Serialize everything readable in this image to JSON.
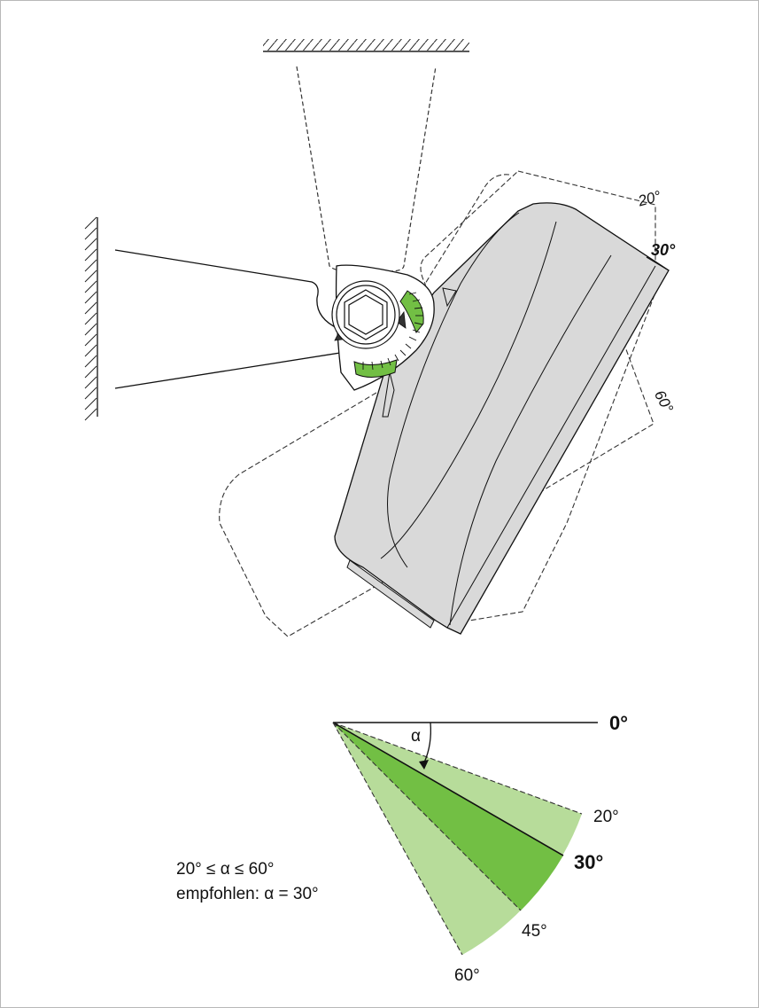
{
  "figure": {
    "colors": {
      "accent_green": "#72bf44",
      "light_green": "#b7dc9a",
      "body_gray": "#d9d9d9",
      "line": "#111111"
    },
    "device_labels": {
      "angle_20": "20°",
      "angle_30": "30°",
      "angle_60": "60°"
    },
    "angle_diagram": {
      "alpha_symbol": "α",
      "ref_0": "0°",
      "label_20": "20°",
      "label_30": "30°",
      "label_45": "45°",
      "label_60": "60°",
      "range_note": "20° ≤ α ≤ 60°",
      "recommended_note": "empfohlen: α = 30°"
    }
  }
}
